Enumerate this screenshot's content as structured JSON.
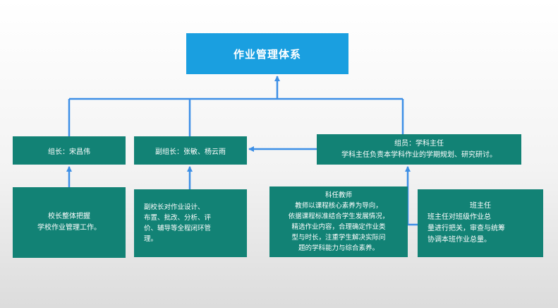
{
  "title": "作业管理体系",
  "nodes": {
    "leader": "组长：宋昌伟",
    "vice_leader": "副组长：张敏、杨云雨",
    "member_title": "组员：学科主任",
    "member_desc": "学科主任负责本学科作业的学期规划、研究研讨。"
  },
  "descriptions": {
    "principal": [
      "校长整体把握",
      "学校作业管理工作。"
    ],
    "vice_principal": [
      "副校长对作业设计、",
      "布置、批改、分析、评",
      "价、辅导等全程闭环管",
      "理。"
    ],
    "subject_teacher": [
      "科任教师",
      "教师以课程核心素养为导向，",
      "依据课程标准结合学生发展情况，",
      "精选作业内容，合理确定作业类",
      "型与时长，注重学生解决实际问",
      "题的学科能力与综合素养。"
    ],
    "head_teacher": [
      "班主任",
      "班主任对班级作业总",
      "量进行把关，审查与统筹",
      "协调本班作业总量。"
    ]
  },
  "colors": {
    "title_fill": "#1a9fe0",
    "node_fill": "#128275",
    "connector": "#3d8fe6"
  }
}
